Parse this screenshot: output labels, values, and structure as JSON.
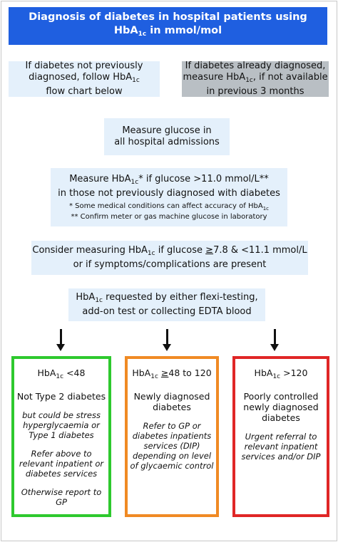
{
  "header": {
    "line1": "Diagnosis of diabetes in hospital patients using",
    "line2_pre": "HbA",
    "line2_sub": "1c",
    "line2_post": " in mmol/mol"
  },
  "left_top": {
    "line1": "If diabetes not previously",
    "line2_pre": "diagnosed, follow HbA",
    "line2_sub": "1c",
    "line3": "flow chart below"
  },
  "right_top": {
    "line1": "If diabetes already diagnosed,",
    "line2_pre": "measure HbA",
    "line2_sub": "1c",
    "line2_post": ", if not available",
    "line3": "in previous 3 months"
  },
  "step1": {
    "line1": "Measure glucose in",
    "line2": "all hospital admissions"
  },
  "step2": {
    "line1_pre": "Measure HbA",
    "line1_sub": "1c",
    "line1_post": "* if glucose >11.0 mmol/L**",
    "line2": "in those not previously diagnosed with diabetes",
    "note1_pre": "* Some medical conditions can affect accuracy of HbA",
    "note1_sub": "1c",
    "note2": "** Confirm meter or gas machine glucose in laboratory"
  },
  "step3": {
    "line1_pre": "Consider measuring HbA",
    "line1_sub": "1c",
    "line1_mid": " if glucose ",
    "line1_ge": "≥",
    "line1_post": "7.8 & <11.1 mmol/L",
    "line2": "or if symptoms/complications are present"
  },
  "step4": {
    "line1_pre": "HbA",
    "line1_sub": "1c",
    "line1_post": " requested by either flexi-testing,",
    "line2": "add-on test or collecting EDTA blood"
  },
  "results": [
    {
      "cap_pre": "HbA",
      "cap_sub": "1c",
      "cap_post": " <48",
      "bold": "Not Type 2 diabetes",
      "it1": "but could be stress hyperglycaemia or Type 1 diabetes",
      "it2": "Refer above to relevant inpatient or diabetes services",
      "it3": "Otherwise report to GP",
      "color": "#2ec92e"
    },
    {
      "cap_pre": "HbA",
      "cap_sub": "1c",
      "cap_mid": " ",
      "cap_ge": "≥",
      "cap_post": "48 to 120",
      "bold": "Newly diagnosed diabetes",
      "it1": "Refer to GP or diabetes inpatients services (DIP) depending on level of glycaemic control",
      "color": "#f08a24"
    },
    {
      "cap_pre": "HbA",
      "cap_sub": "1c",
      "cap_post": " >120",
      "bold": "Poorly controlled newly diagnosed diabetes",
      "it1": "Urgent referral to relevant inpatient services and/or DIP",
      "color": "#e02626"
    }
  ]
}
